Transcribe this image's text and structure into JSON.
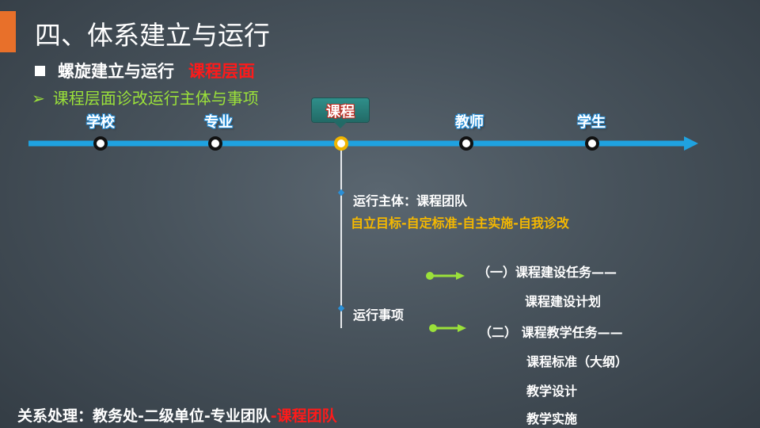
{
  "slide": {
    "title": "四、体系建立与运行",
    "subtitle": "螺旋建立与运行",
    "subtitle_highlight": "课程层面",
    "bullet_arrow": "➢",
    "subheading": "课程层面诊改运行主体与事项"
  },
  "timeline": {
    "items": [
      "学校",
      "专业",
      "课程",
      "教师",
      "学生"
    ],
    "active_item": "课程"
  },
  "run_subject": {
    "label": "运行主体：课程团队",
    "motto": "自立目标-自定标准-自主实施-自我诊改"
  },
  "run_items": {
    "label": "运行事项",
    "task1": {
      "title": "（一）课程建设任务——",
      "details": [
        "课程建设计划"
      ]
    },
    "task2": {
      "title": "（二） 课程教学任务——",
      "details": [
        "课程标准（大纲）",
        "教学设计",
        "教学实施"
      ]
    }
  },
  "relationship": {
    "prefix": "关系处理：教务处-二级单位-专业团队",
    "highlight": "-课程团队"
  },
  "colors": {
    "accent_orange": "#e8702a",
    "timeline_blue": "#1fa2e0",
    "highlight_red": "#ff1a1a",
    "green": "#9be13a",
    "yellow": "#f5b800"
  }
}
